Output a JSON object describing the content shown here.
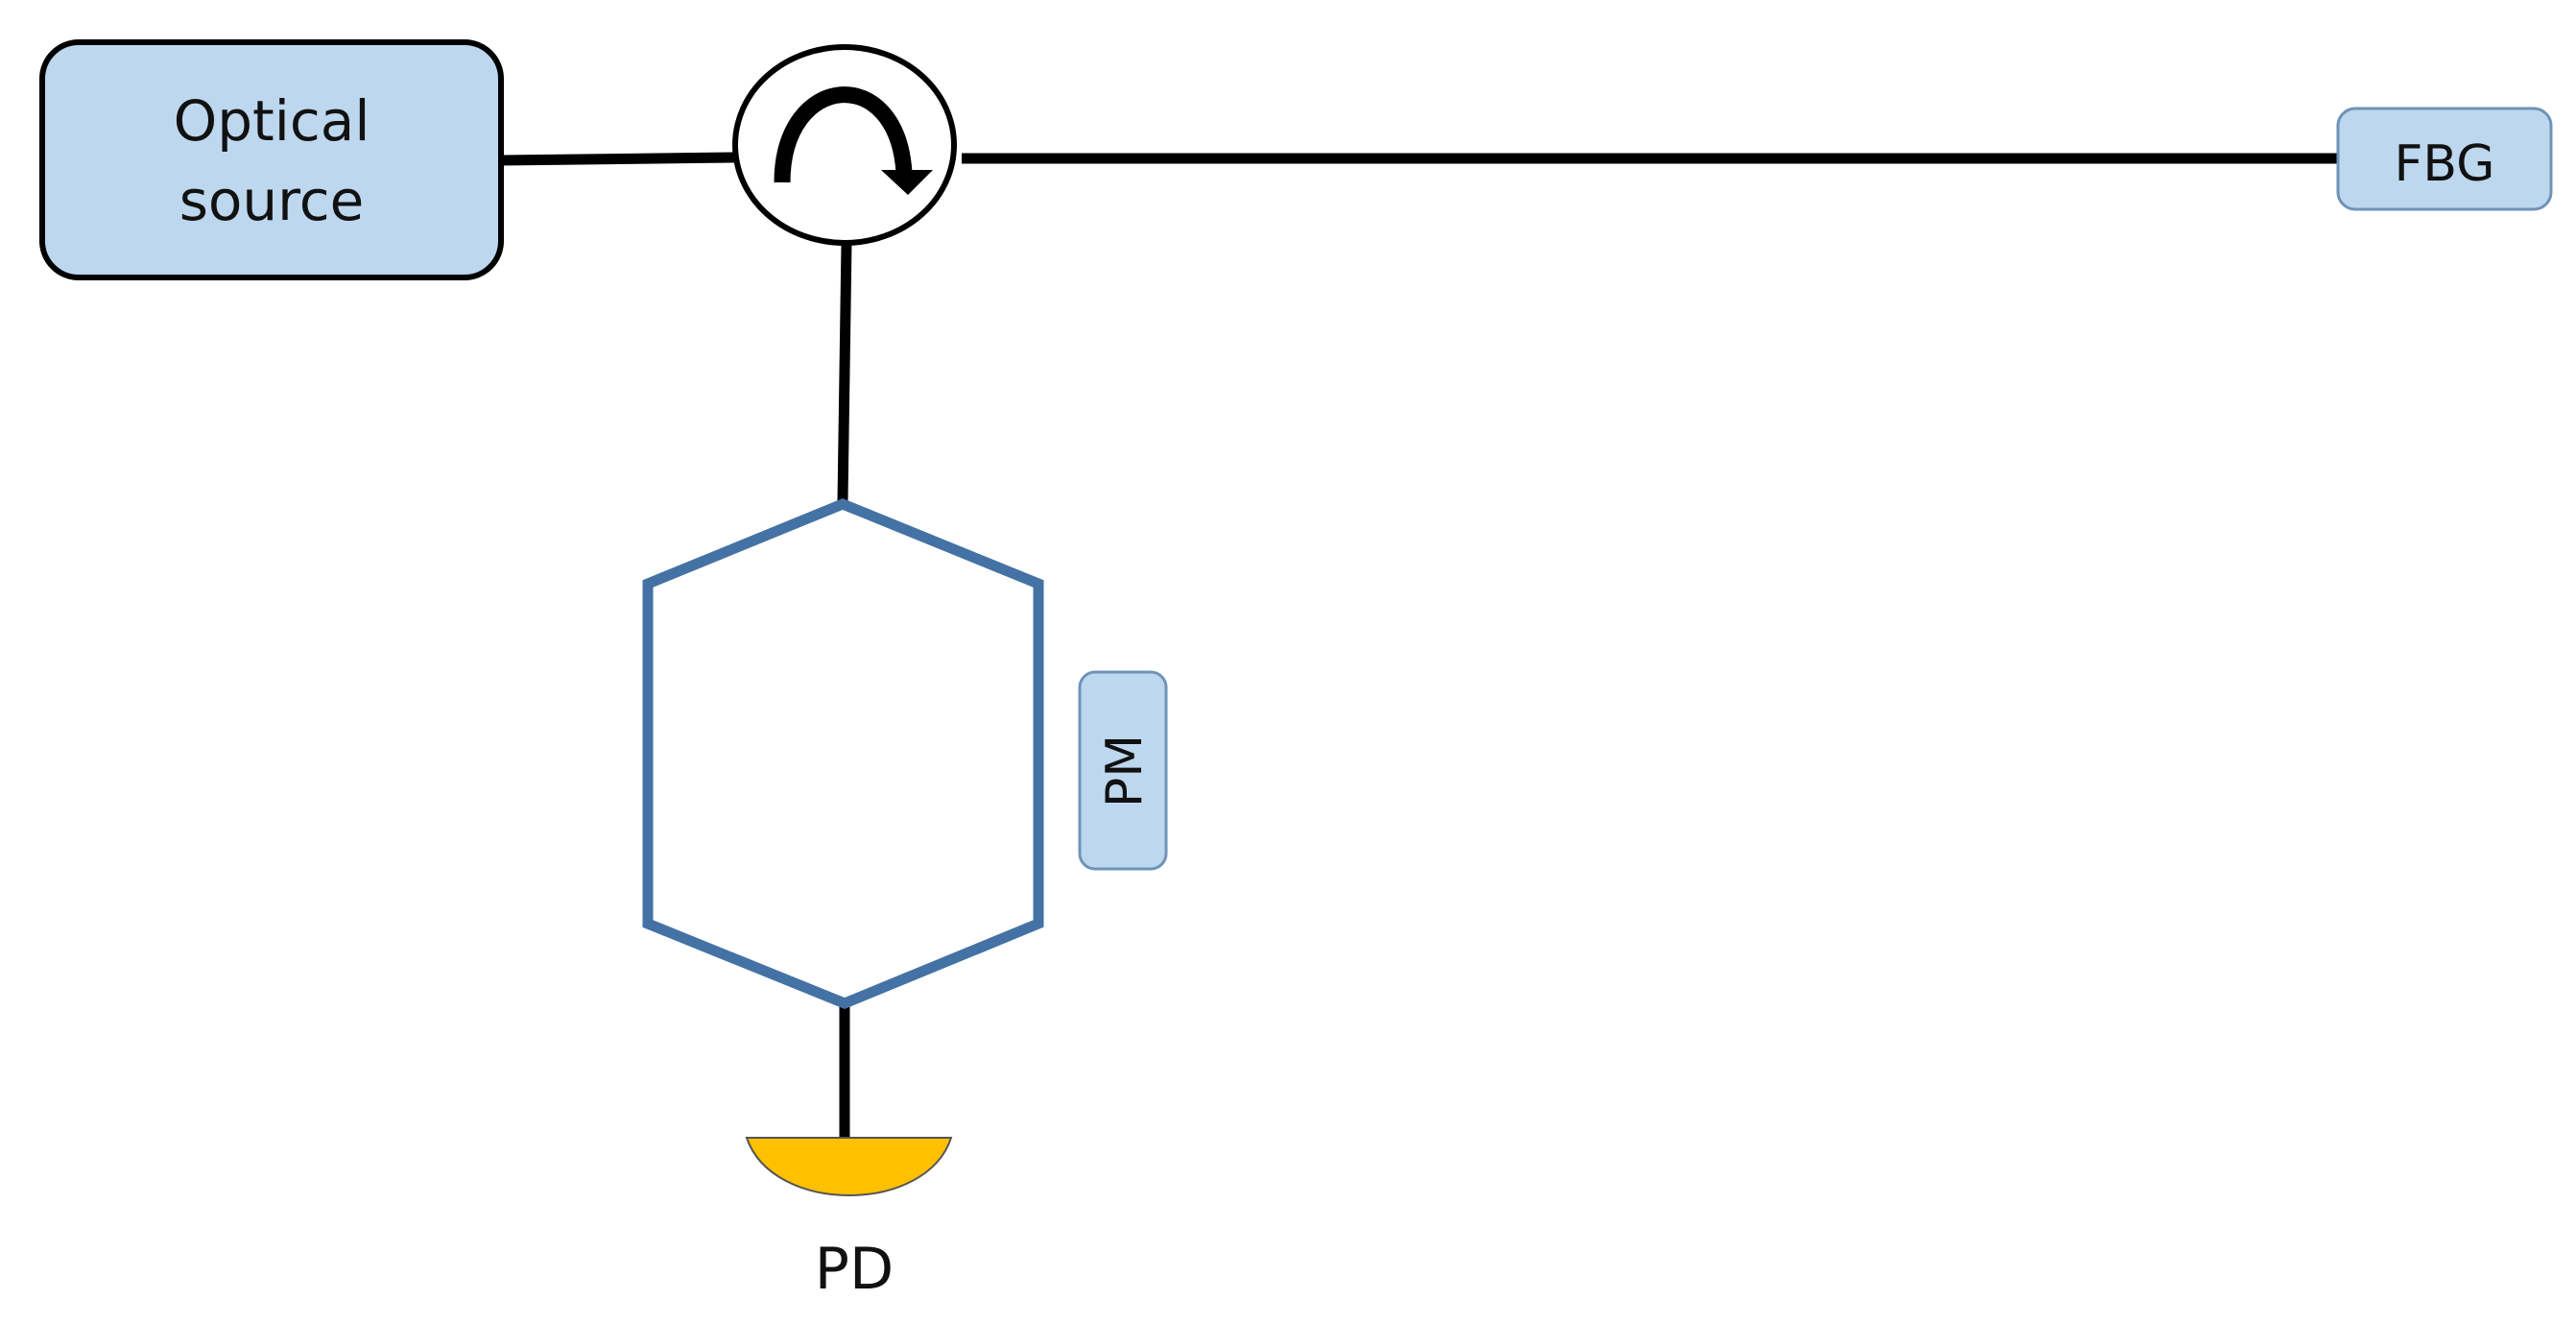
{
  "colors": {
    "box_fill": "#bdd7ee",
    "box_stroke_dark": "#000000",
    "box_stroke_blue": "#6f93b8",
    "pm_stroke": "#4472a4",
    "pd_fill": "#ffc000",
    "line": "#000000"
  },
  "nodes": {
    "optical_source": {
      "line1": "Optical",
      "line2": "source"
    },
    "circulator": {
      "icon": "circulator-arrow-icon"
    },
    "fbg": {
      "label": "FBG"
    },
    "pm": {
      "label": "PM"
    },
    "pd": {
      "label": "PD"
    }
  }
}
